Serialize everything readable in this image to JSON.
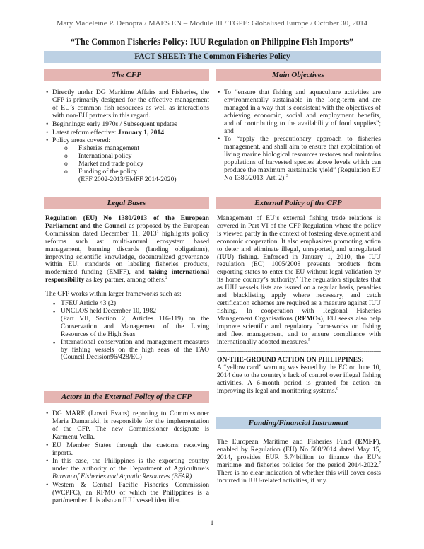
{
  "header_line": "Mary Madeleine P. Denopra / MAES EN – Module III / TGPE: Globalised Europe / October 30, 2014",
  "doc_title": "“The Common Fisheries Policy: IUU Regulation on Philippine Fish Imports”",
  "fact_sheet": "FACT SHEET: The Common Fisheries Policy",
  "cfp": {
    "heading": "The CFP",
    "b1": "Directly under DG Maritime Affairs and Fisheries, the CFP is primarily designed for the effective management of EU’s common fish resources as well as interactions with non-EU partners in this regard.",
    "b2": "Beginnings: early 1970s / Subsequent updates",
    "b3_pre": "Latest reform effective: ",
    "b3_bold": "January 1, 2014",
    "b4": "Policy areas covered:",
    "areas": [
      "Fisheries management",
      "International policy",
      "Market and trade policy",
      "Funding of the policy"
    ],
    "funding_note": "(EFF 2002-2013/EMFF 2014-2020)"
  },
  "objectives": {
    "heading": "Main Objectives",
    "o1": "To “ensure that fishing and aquaculture activities are environmentally sustainable in the long-term and are managed in a way that is consistent with the objectives of achieving economic, social and employment benefits, and of contributing to the availability of food supplies”; and",
    "o2": "To “apply the precautionary approach to fisheries management, and shall aim to ensure that exploitation of living marine biological resources restores and maintains populations of harvested species above levels which can produce the maximum sustainable yield” (Regulation EU No 1380/2013: Art. 2).",
    "o2_sup": "3"
  },
  "legal": {
    "heading": "Legal Bases",
    "p1_bold": "Regulation (EU) No 1380/2013 of the European Parliament and the Council",
    "p1_a": " as proposed by the European Commission dated December 11, 2013",
    "p1_sup1": "1",
    "p1_b": " highlights policy reforms such as: multi-annual ecosystem based management, banning discards (landing obligations), improving scientific knowledge, decentralized governance within EU, standards on labeling fisheries products, modernized funding (EMFF), and ",
    "p1_bold2": "taking international responsibility",
    "p1_c": " as key partner, among others.",
    "p1_sup2": "2",
    "p2": "The CFP works within larger frameworks such as:",
    "f1": "TFEU Article 43 (2)",
    "f2a": "UNCLOS held December 10, 1982",
    "f2b": "(Part VII, Section 2, Articles 116-119) on the Conservation and Management of the Living Resources of the High Seas",
    "f3": "International conservation and management measures by fishing vessels on the high seas of the FAO (Council Decision96/428/EC)"
  },
  "external": {
    "heading": "External Policy of the CFP",
    "p1_a": "Management of EU’s external fishing trade relations is covered in Part VI of the CFP Regulation where the policy is viewed partly in the context of fostering development and economic cooperation. It also emphasizes promoting action to deter and eliminate illegal, unreported, and unregulated (",
    "p1_iuu": "IUU",
    "p1_b": ") fishing. Enforced in January 1, 2010, the IUU regulation (EC) 1005/2008 prevents products from exporting states to enter the EU without legal validation by its home country’s authority.",
    "p1_sup1": "4",
    "p1_c": " The regulation stipulates that as IUU vessels lists are issued on a regular basis, penalties and blacklisting apply where necessary, and catch certification schemes are required as a measure against IUU fishing. In cooperation with Regional Fisheries Management Organisations (",
    "p1_rfmo": "RFMOs",
    "p1_d": "), EU seeks also help improve scientific and regulatory frameworks on fishing and fleet management, and to ensure compliance with internationally adopted measures.",
    "p1_sup2": "5",
    "dashes": "----------------------------------------------------------------------------------------------",
    "ground_heading": "ON-THE-GROUND ACTION ON PHILIPPINES:",
    "ground_text": "A “yellow card” warning was issued by the EC on June 10, 2014 due to the country’s lack of control over illegal fishing activities. A 6-month period is granted for action on improving its legal and monitoring systems.",
    "ground_sup": "6"
  },
  "actors": {
    "heading": "Actors in the External Policy of the CFP",
    "a1": "DG MARE (Lowri Evans) reporting to Commissioner Maria Damanaki, is responsible for the implementation of the CFP. The new Commissioner designate is Karmenu Vella.",
    "a2": "EU Member States through the customs receiving inports.",
    "a3_pre": "In this case, the Philippines is the exporting country under the authority of the Department of Agriculture’s ",
    "a3_ital": "Bureau of Fisheries and Aquatic Resources (BFAR)",
    "a4": "Western & Central Pacific Fisheries Commission (WCPFC), an RFMO of which the Philippines is a part/member.  It is also an IUU vessel identifier."
  },
  "funding": {
    "heading": "Funding/Financial Instrument",
    "f_a": "The European Maritime and Fisheries Fund (",
    "f_bold": "EMFF",
    "f_b": "), enabled by Regulation (EU) No 508/2014 dated May 15, 2014, provides EUR 5.74billion to finance the EU’s maritime and fisheries policies for the period 2014-2022.",
    "f_sup": "7",
    "f_c": " There is no clear indication of whether this will cover costs incurred in IUU-related activities, if any."
  },
  "page_number": "1"
}
